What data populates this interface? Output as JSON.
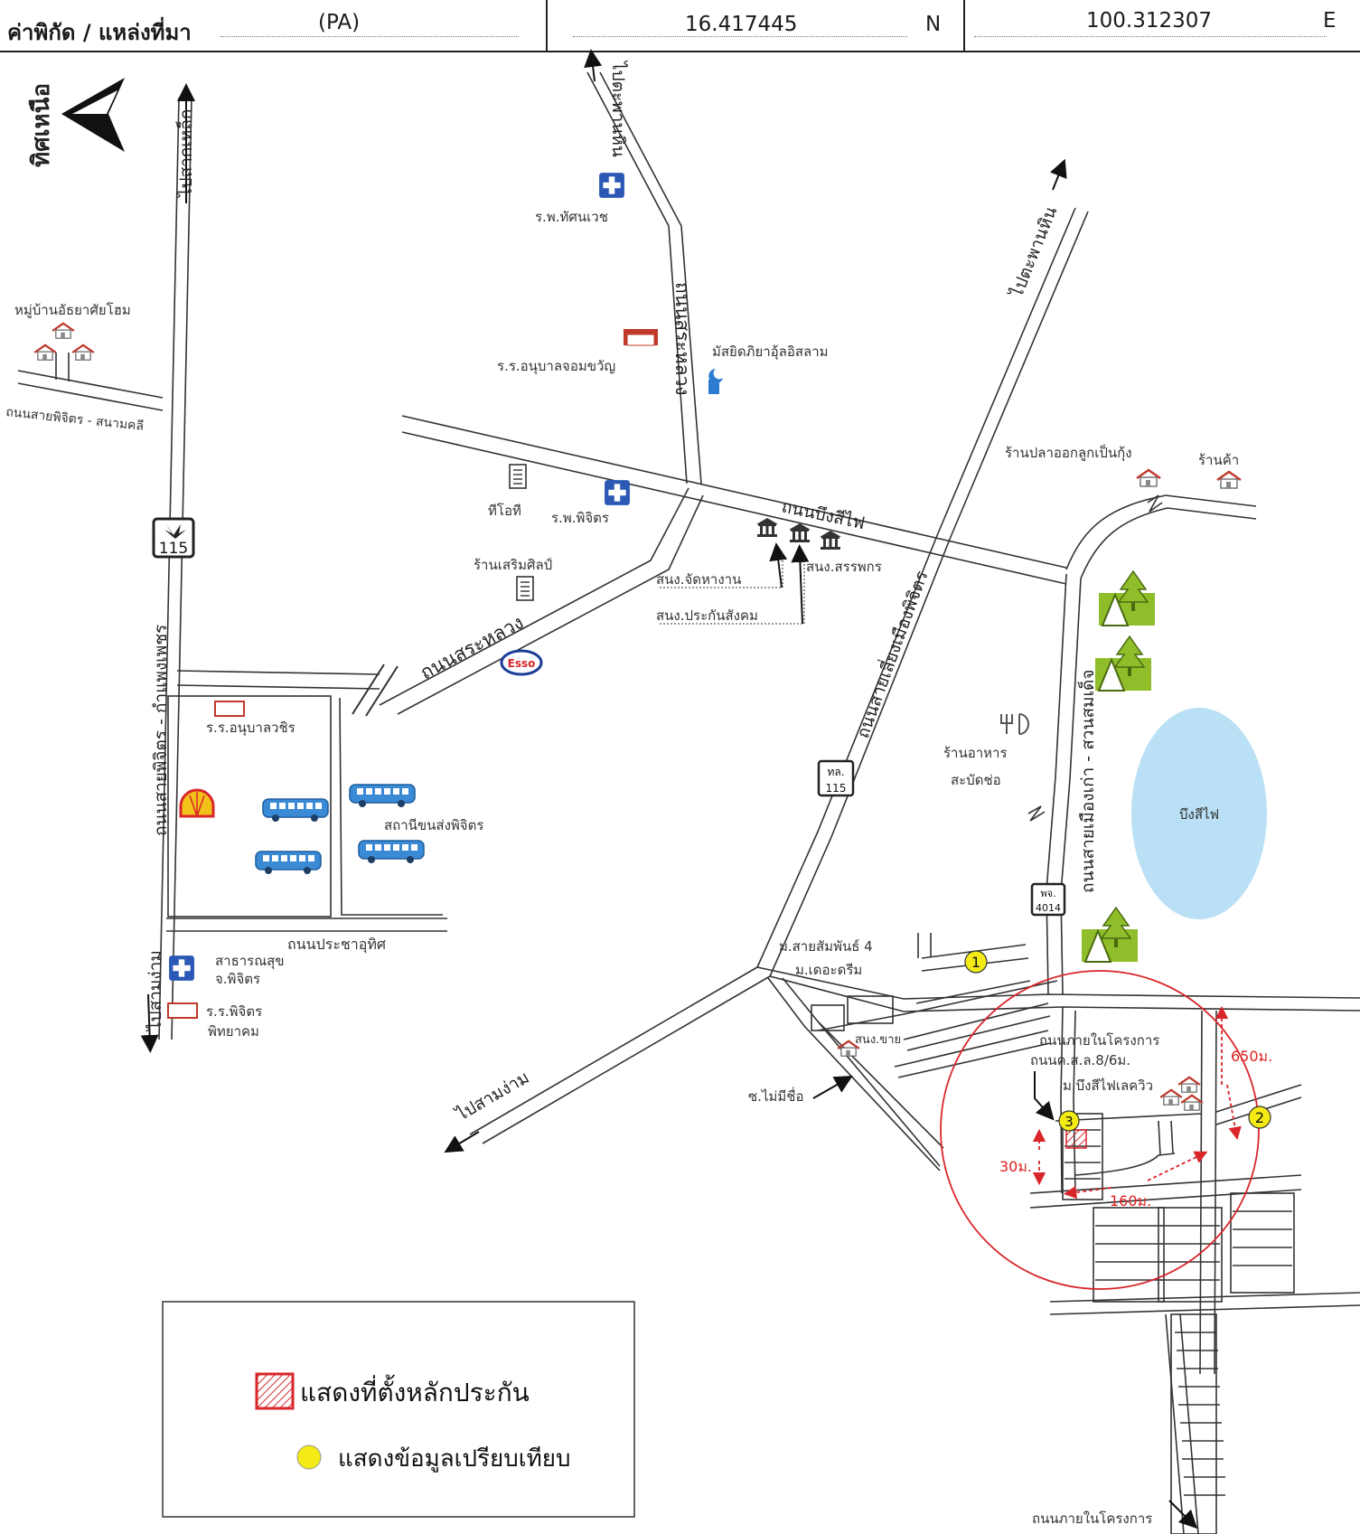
{
  "header": {
    "label": "ค่าพิกัด / แหล่งที่มา",
    "source": "(PA)",
    "lat": "16.417445",
    "lat_dir": "N",
    "lon": "100.312307",
    "lon_dir": "E"
  },
  "north_label": "ทิศเหนือ",
  "roads": {
    "to_saknlek": "ไปสากเหล็ก",
    "to_taphan_hin_top": "ไปตะพานหิน",
    "to_taphan_hin_right": "ไปตะพานหิน",
    "sa_luang_vertical": "ถนนสระหลวง",
    "sa_luang_diagonal": "ถนนสระหลวง",
    "phichit_sanamkhli": "ถนนสายพิจิตร - สนามคลี",
    "bueng_si_fai": "ถนนบึงสีไฟ",
    "bypass_phichit": "ถนนสายเลี่ยงเมืองพิจิตร",
    "phichit_kamphaeng": "ถนนสายพิจิตร - กำแพงเพชร",
    "old_town_somdet": "ถนนสายเมืองเก่า - สวนสมเด็จ",
    "pracha_uthit": "ถนนประชาอุทิศ",
    "to_sam_ngam_left": "ไปสามง่าม",
    "to_sam_ngam_bottom": "ไปสามง่าม",
    "internal_road": "ถนนภายในโครงการ",
    "internal_road_width": "ถนนค.ส.ล.8/6ม.",
    "internal_road_bottom": "ถนนภายในโครงการ",
    "soi_mai_mi_chue": "ซ.ไม่มีชื่อ"
  },
  "shields": {
    "hwy_115": "115",
    "tl_top": "ทล.",
    "tl_num": "115",
    "pj_top": "พจ.",
    "pj_num": "4014"
  },
  "places": {
    "hosp_tassanavej": "ร.พ.ทัศนเวช",
    "village_atthaya": "หมู่บ้านอัธยาศัยโฮม",
    "kindergarten_jom": "ร.ร.อนุบาลจอมขวัญ",
    "mosque": "มัสยิดภิยาอุ้ลอิสลาม",
    "tot": "ทีโอที",
    "hosp_phichit": "ร.พ.พิจิตร",
    "shop_soemsin": "ร้านเสริมศิลป์",
    "office_labor": "สนง.จัดหางาน",
    "office_revenue": "สนง.สรรพกร",
    "office_social": "สนง.ประกันสังคม",
    "kindergarten_wachira": "ร.ร.อนุบาลวชิร",
    "bus_station": "สถานีขนส่งพิจิตร",
    "health_office_1": "สาธารณสุข",
    "health_office_2": "จ.พิจิตร",
    "school_phichit_1": "ร.ร.พิจิตร",
    "school_phichit_2": "พิทยาคม",
    "shop_fish": "ร้านปลาออกลูกเป็นกุ้ง",
    "shop": "ร้านค้า",
    "restaurant_1": "ร้านอาหาร",
    "restaurant_2": "สะบัดช่อ",
    "lake": "บึงสีไฟ",
    "village_sai": "ม.สายสัมพันธ์ 4",
    "village_dream": "ม.เดอะดรีม",
    "sales_office": "สนง.ขาย",
    "village_lake": "ม.บึงสีไฟเลควิว",
    "esso": "Esso"
  },
  "markers": [
    "1",
    "2",
    "3"
  ],
  "distances": {
    "d650": "650ม.",
    "d30": "30ม.",
    "d160": "160ม."
  },
  "legend": {
    "collateral": "แสดงที่ตั้งหลักประกัน",
    "comparison": "แสดงข้อมูลเปรียบเทียบ"
  },
  "colors": {
    "red": "#d9262b",
    "yellow": "#f3ea16",
    "bus_blue": "#3a8ad6",
    "lake_blue": "#b9e0f5",
    "tree_green": "#8fbe2a",
    "hospital_blue": "#2b59b5"
  }
}
